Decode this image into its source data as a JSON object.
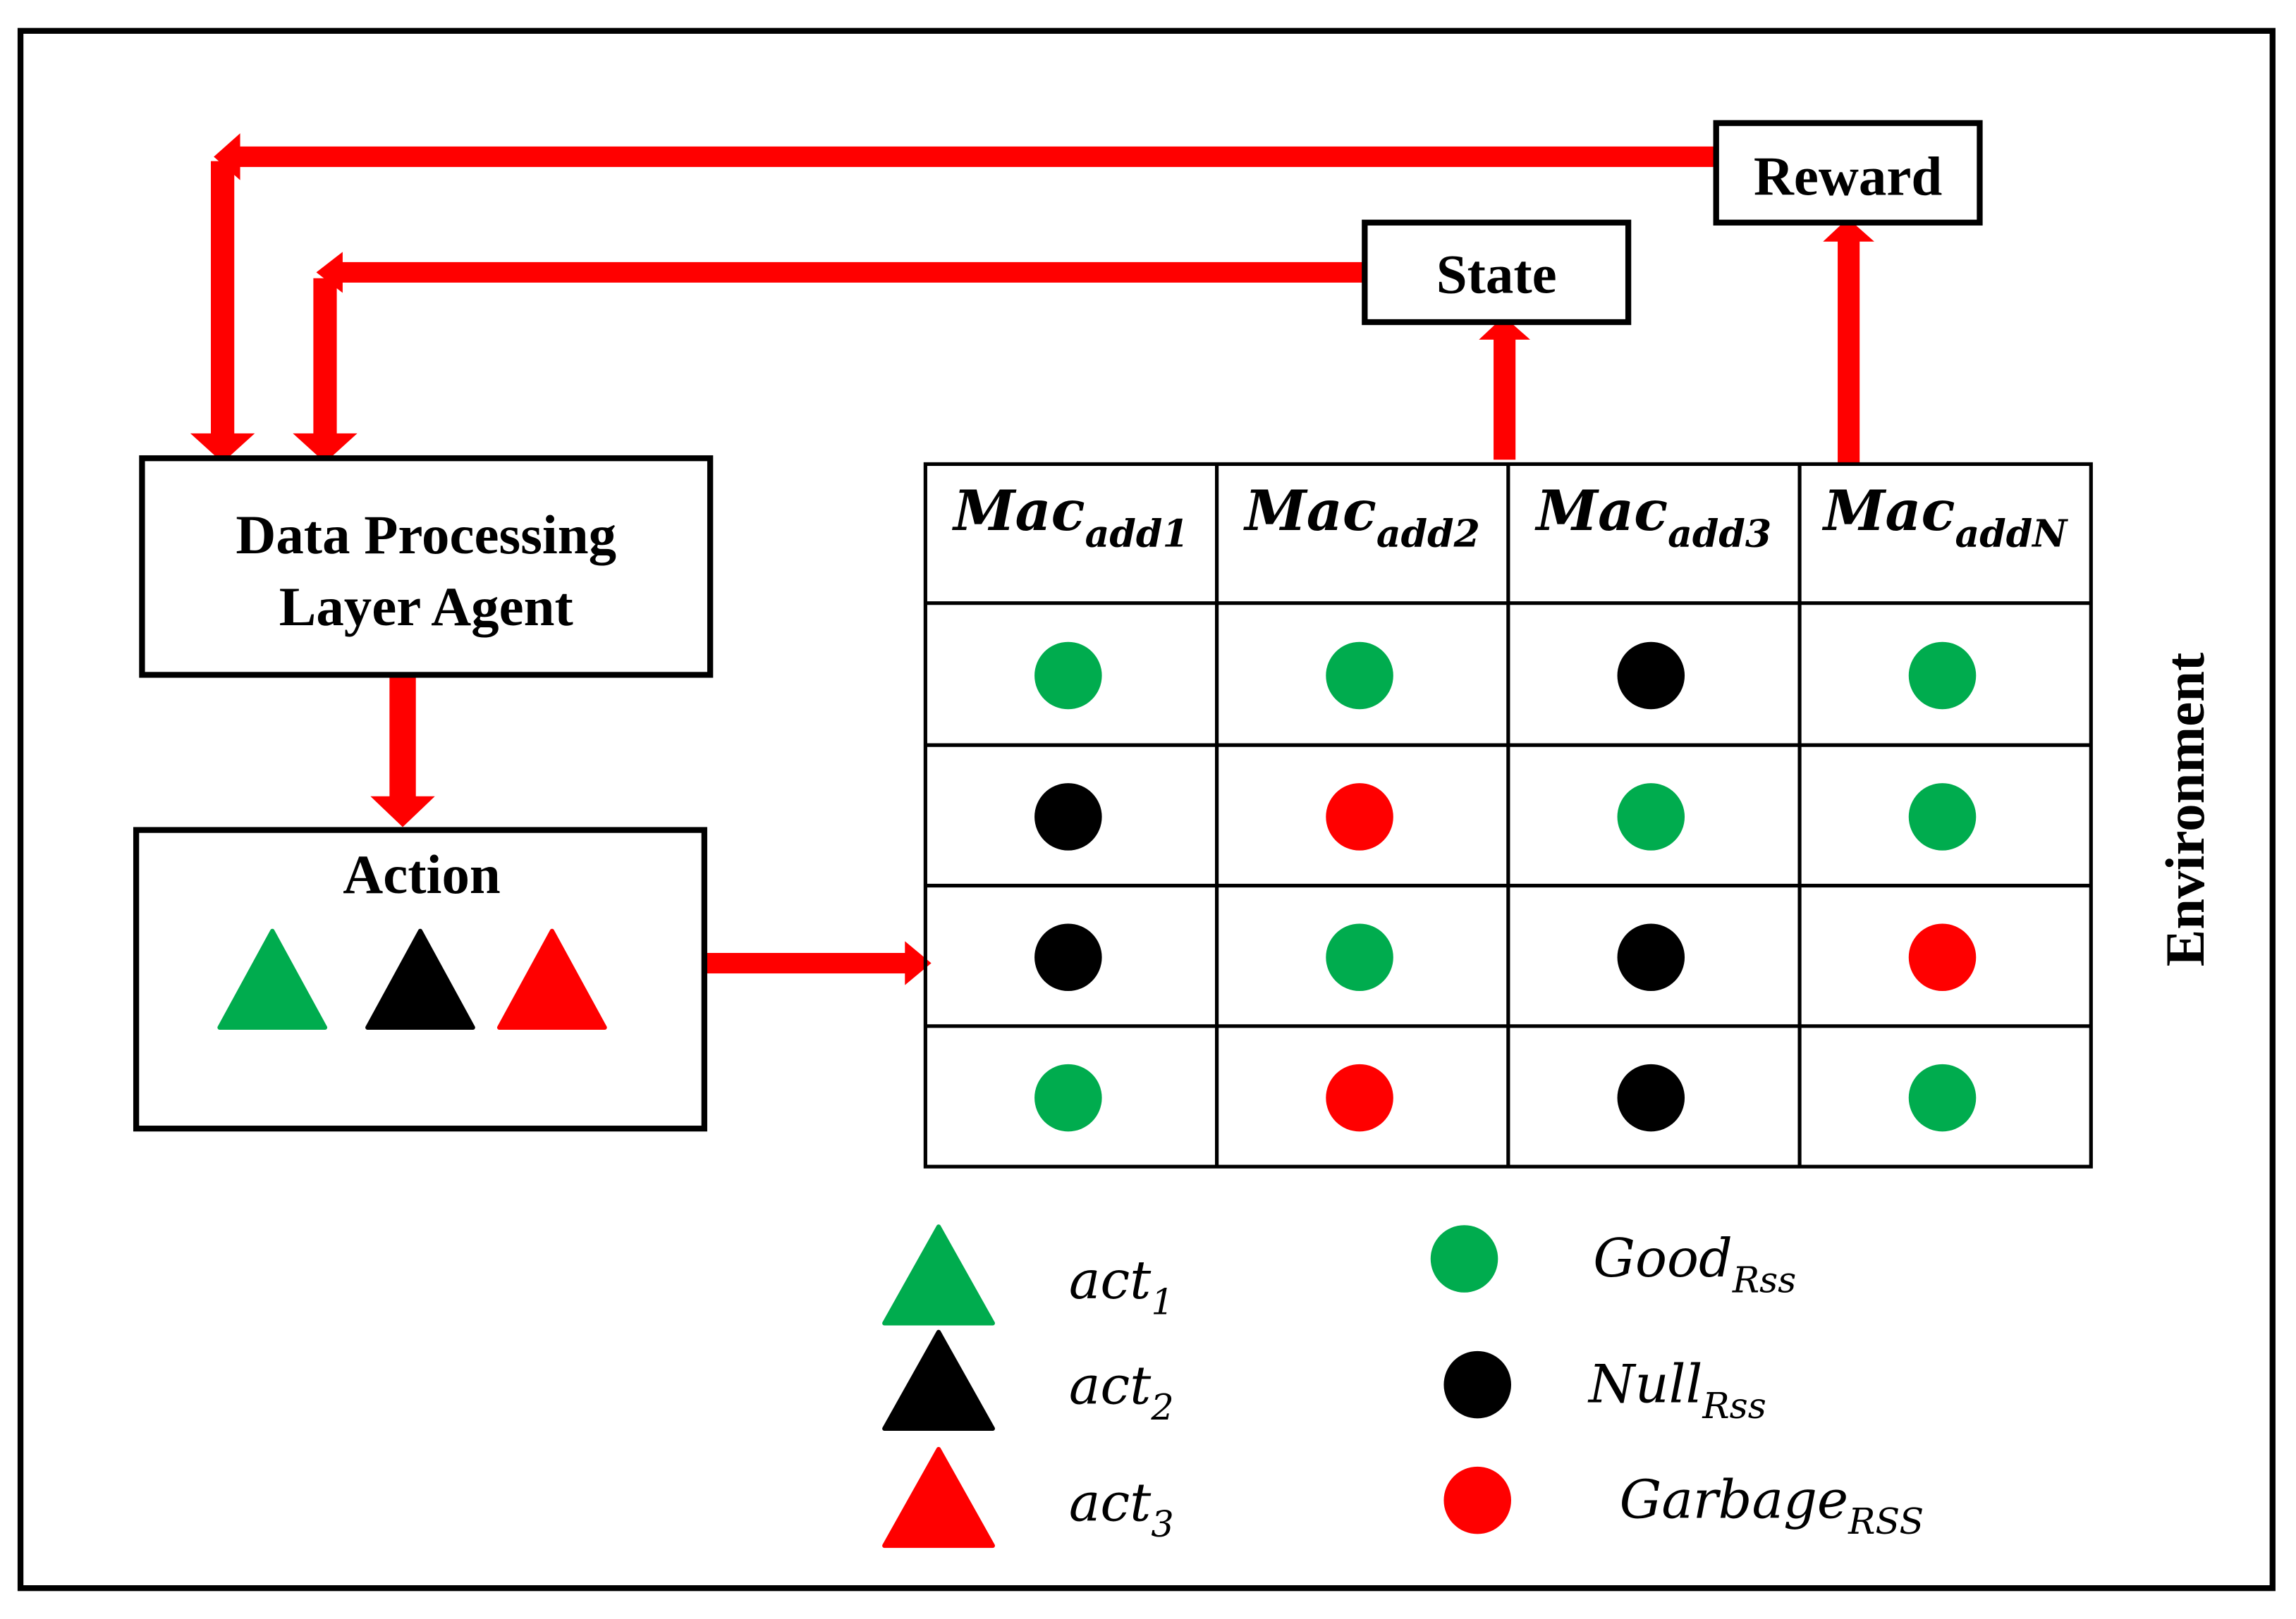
{
  "colors": {
    "good": "#00AC4E",
    "null": "#000000",
    "garbage": "#FF0000",
    "arrow": "#FF0000"
  },
  "boxes": {
    "agent_line1": "Data Processing",
    "agent_line2": "Layer Agent",
    "action": "Action",
    "state": "State",
    "reward": "Reward",
    "environment": "Environment"
  },
  "table": {
    "headers": [
      {
        "base": "Mac",
        "sub": "add1"
      },
      {
        "base": "Mac",
        "sub": "add2"
      },
      {
        "base": "Mac",
        "sub": "add3"
      },
      {
        "base": "Mac",
        "sub": "addN"
      }
    ],
    "rows": [
      [
        "good",
        "good",
        "null",
        "good"
      ],
      [
        "null",
        "garbage",
        "good",
        "good"
      ],
      [
        "null",
        "good",
        "null",
        "garbage"
      ],
      [
        "good",
        "garbage",
        "null",
        "good"
      ]
    ]
  },
  "action_icons": [
    "good",
    "null",
    "garbage"
  ],
  "legend": {
    "actions": [
      {
        "base": "act",
        "sub": "1",
        "color": "good"
      },
      {
        "base": "act",
        "sub": "2",
        "color": "null"
      },
      {
        "base": "act",
        "sub": "3",
        "color": "garbage"
      }
    ],
    "states": [
      {
        "base": "Good",
        "sub": "Rss",
        "color": "good"
      },
      {
        "base": "Null",
        "sub": "Rss",
        "color": "null"
      },
      {
        "base": "Garbage",
        "sub": "RSS",
        "color": "garbage"
      }
    ]
  }
}
